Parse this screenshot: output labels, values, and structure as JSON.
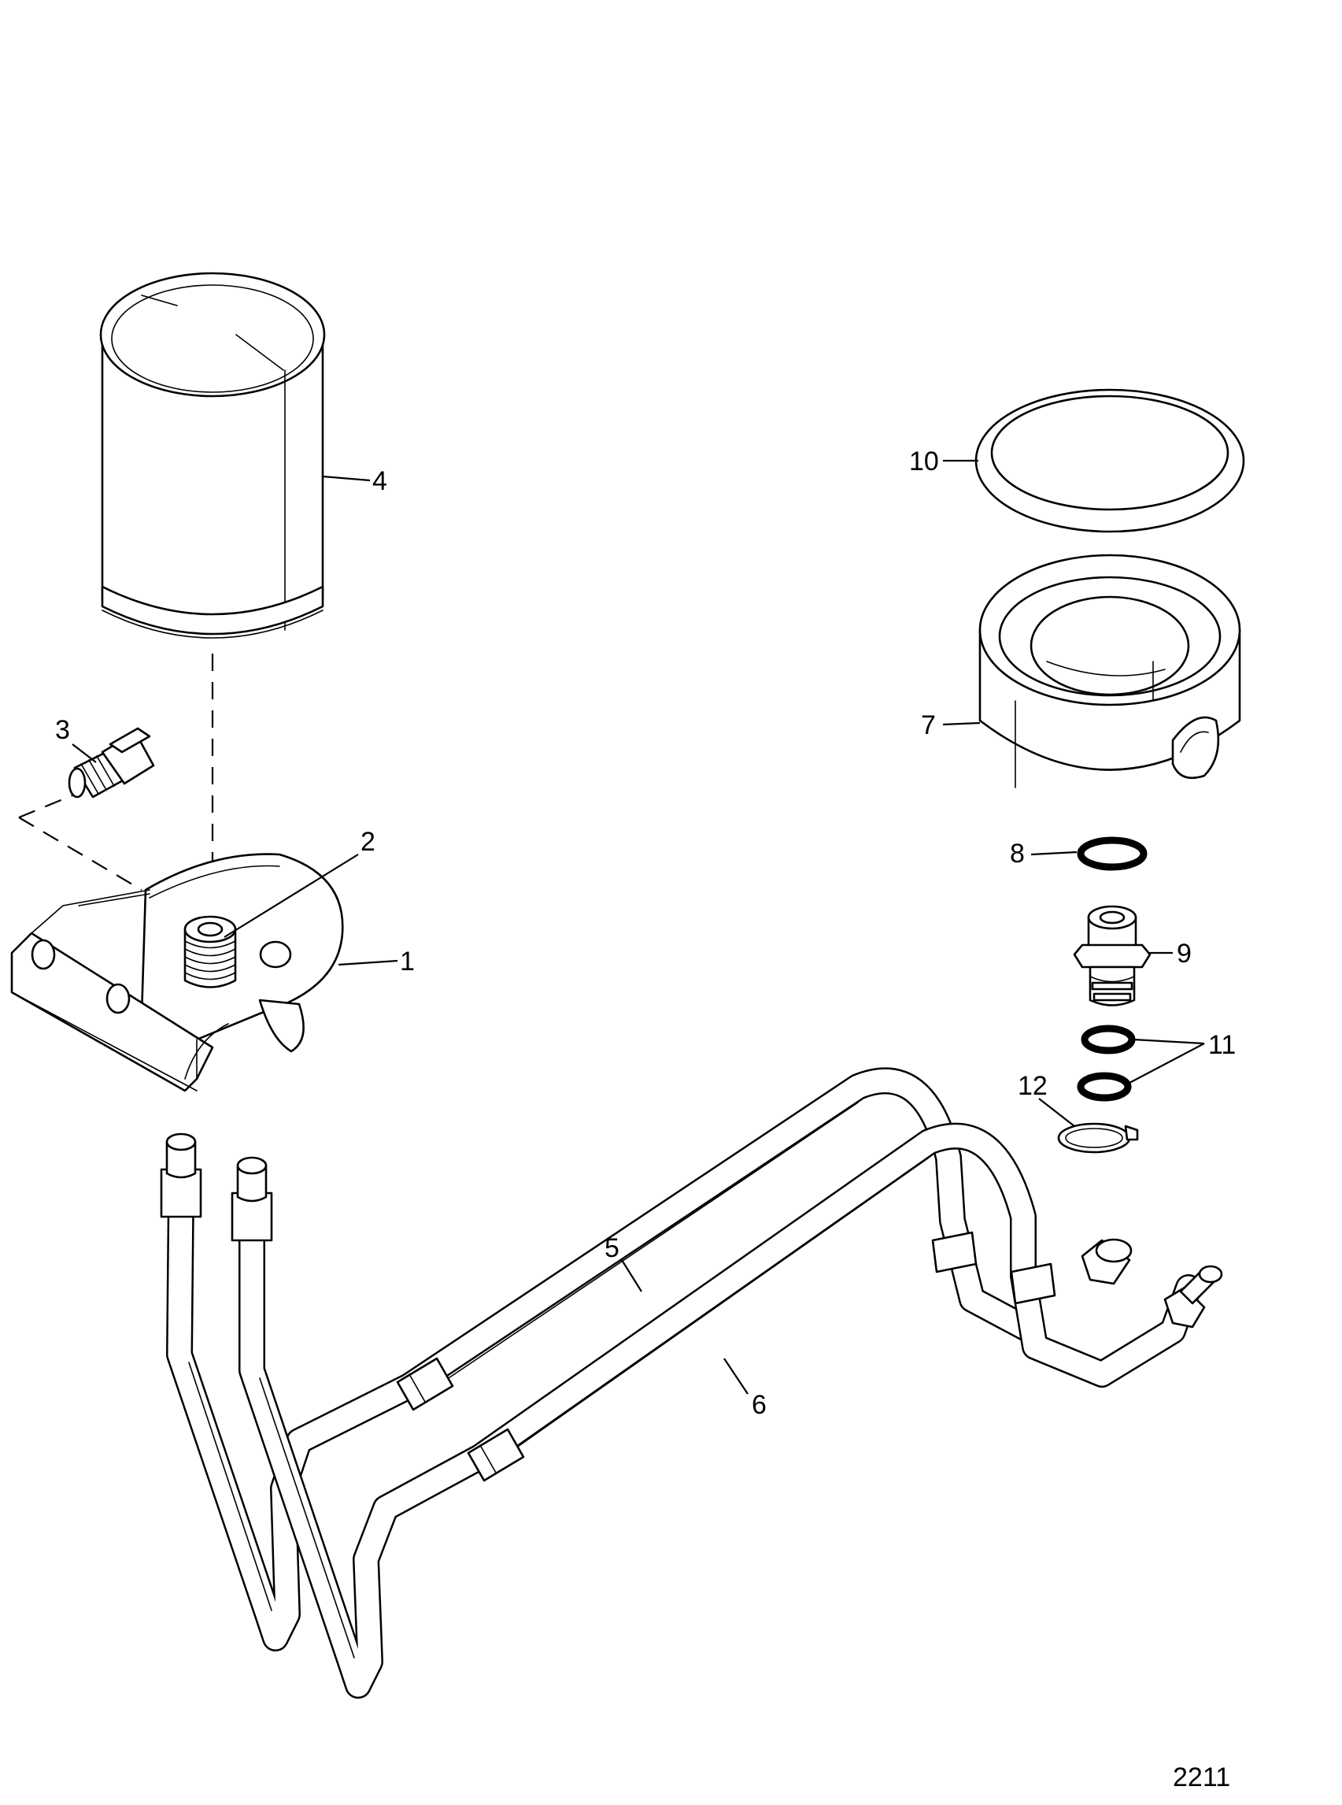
{
  "callouts": [
    {
      "id": "1",
      "label": "1"
    },
    {
      "id": "2",
      "label": "2"
    },
    {
      "id": "3",
      "label": "3"
    },
    {
      "id": "4",
      "label": "4"
    },
    {
      "id": "5",
      "label": "5"
    },
    {
      "id": "6",
      "label": "6"
    },
    {
      "id": "7",
      "label": "7"
    },
    {
      "id": "8",
      "label": "8"
    },
    {
      "id": "9",
      "label": "9"
    },
    {
      "id": "10",
      "label": "10"
    },
    {
      "id": "11",
      "label": "11"
    },
    {
      "id": "12",
      "label": "12"
    }
  ],
  "figure_number": "2211"
}
